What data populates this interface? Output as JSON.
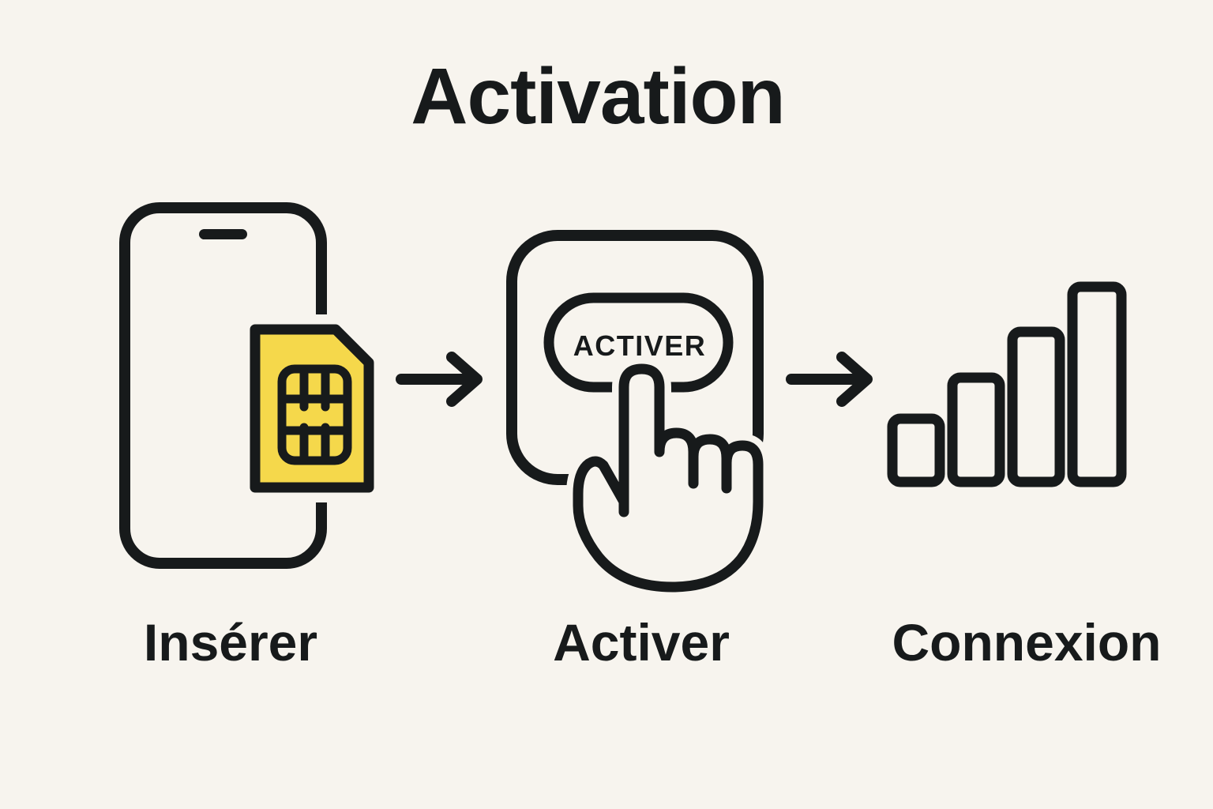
{
  "title": "Activation",
  "steps": [
    {
      "label": "Insérer",
      "icon": "phone-with-sim-card"
    },
    {
      "label": "Activer",
      "icon": "hand-tapping-button",
      "button_text": "ACTIVER"
    },
    {
      "label": "Connexion",
      "icon": "signal-strength-bars",
      "bars_count": 4
    }
  ],
  "connectors": [
    {
      "icon": "arrow-right"
    },
    {
      "icon": "arrow-right"
    }
  ],
  "colors": {
    "background": "#f7f4ee",
    "ink": "#171a1b",
    "sim_yellow": "#f5d84b"
  }
}
